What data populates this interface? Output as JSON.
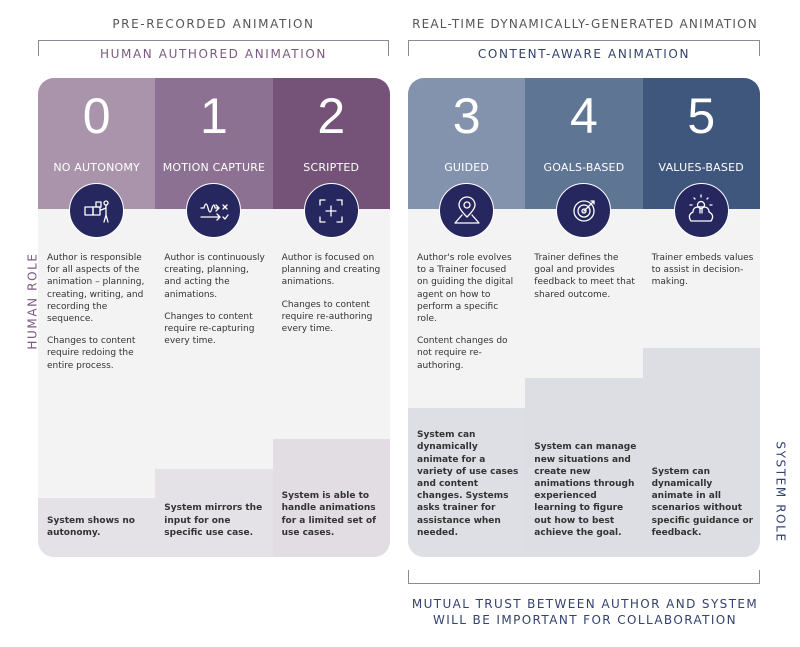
{
  "left_group": {
    "category": "PRE-RECORDED ANIMATION",
    "title": "HUMAN AUTHORED ANIMATION"
  },
  "right_group": {
    "category": "REAL-TIME DYNAMICALLY-GENERATED ANIMATION",
    "title": "CONTENT-AWARE ANIMATION"
  },
  "axis": {
    "human_role": "HUMAN ROLE",
    "system_role": "SYSTEM ROLE"
  },
  "footer": {
    "line1": "MUTUAL TRUST BETWEEN AUTHOR AND SYSTEM",
    "line2": "WILL BE IMPORTANT FOR COLLABORATION"
  },
  "colors": {
    "header": [
      "#a994ab",
      "#8d7192",
      "#755378",
      "#8493ad",
      "#5f7594",
      "#3f577d"
    ],
    "circle": "#26275e",
    "left_accent": "#7a5a80",
    "right_accent": "#34426f"
  },
  "levels": [
    {
      "number": "0",
      "label": "NO AUTONOMY",
      "icon": "puzzle-person-icon",
      "human": [
        "Author is responsible for all aspects of the animation – planning, creating, writing, and recording the sequence.",
        "Changes to content require redoing the entire process."
      ],
      "system": "System shows no autonomy."
    },
    {
      "number": "1",
      "label": "MOTION CAPTURE",
      "icon": "motion-wave-icon",
      "human": [
        "Author is continuously creating, planning, and acting the animations.",
        "Changes to content require re-capturing every time."
      ],
      "system": "System mirrors the input for one specific use case."
    },
    {
      "number": "2",
      "label": "SCRIPTED",
      "icon": "frame-plus-icon",
      "human": [
        "Author is focused on planning and creating animations.",
        "Changes to content require re-authoring every time."
      ],
      "system": "System is able to handle animations for a limited set of use cases."
    },
    {
      "number": "3",
      "label": "GUIDED",
      "icon": "map-pin-icon",
      "human": [
        "Author's role evolves to a Trainer focused on guiding the digital agent on how to perform a specific role.",
        "Content changes do not require re-authoring."
      ],
      "system": "System can dynamically animate for a variety of use cases and content changes. Systems asks trainer for assistance when needed."
    },
    {
      "number": "4",
      "label": "GOALS-BASED",
      "icon": "target-icon",
      "human": [
        "Trainer defines the goal and provides feedback to meet that shared outcome."
      ],
      "system": "System can manage new situations and create new animations through experienced learning to figure out how to best achieve the goal."
    },
    {
      "number": "5",
      "label": "VALUES-BASED",
      "icon": "lightbulb-brain-icon",
      "human": [
        "Trainer embeds values to assist in decision-making."
      ],
      "system": "System can dynamically animate in all scenarios without specific guidance or feedback."
    }
  ]
}
